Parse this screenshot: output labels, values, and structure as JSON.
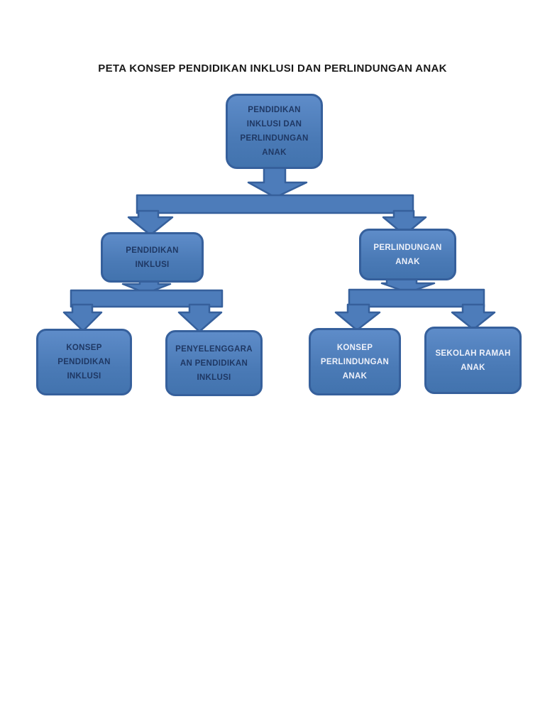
{
  "title": "PETA KONSEP PENDIDIKAN INKLUSI DAN PERLINDUNGAN ANAK",
  "colors": {
    "node_fill": "#4d7cba",
    "node_fill_light": "#5e8cc9",
    "node_border": "#36609c",
    "text_dark": "#1f3864",
    "text_light": "#eef1fa",
    "title_text": "#1a1a1a",
    "page_background": "#ffffff"
  },
  "nodes": {
    "root": {
      "label": "PENDIDIKAN\nINKLUSI DAN\nPERLINDUNGAN\nANAK",
      "text_style": "dark"
    },
    "pendidikan_inklusi": {
      "label": "PENDIDIKAN\nINKLUSI",
      "text_style": "dark"
    },
    "perlindungan_anak": {
      "label": "PERLINDUNGAN\nANAK",
      "text_style": "light"
    },
    "konsep_pendidikan_inklusi": {
      "label": "KONSEP\nPENDIDIKAN\nINKLUSI",
      "text_style": "dark"
    },
    "penyelenggaraan_pendidikan_inklusi": {
      "label": "PENYELENGGARA\nAN PENDIDIKAN\nINKLUSI",
      "text_style": "dark"
    },
    "konsep_perlindungan_anak": {
      "label": "KONSEP\nPERLINDUNGAN\nANAK",
      "text_style": "light"
    },
    "sekolah_ramah_anak": {
      "label": "SEKOLAH RAMAH\nANAK",
      "text_style": "light"
    }
  },
  "edges": [
    {
      "from": "root",
      "to": "pendidikan_inklusi"
    },
    {
      "from": "root",
      "to": "perlindungan_anak"
    },
    {
      "from": "pendidikan_inklusi",
      "to": "konsep_pendidikan_inklusi"
    },
    {
      "from": "pendidikan_inklusi",
      "to": "penyelenggaraan_pendidikan_inklusi"
    },
    {
      "from": "perlindungan_anak",
      "to": "konsep_perlindungan_anak"
    },
    {
      "from": "perlindungan_anak",
      "to": "sekolah_ramah_anak"
    }
  ]
}
